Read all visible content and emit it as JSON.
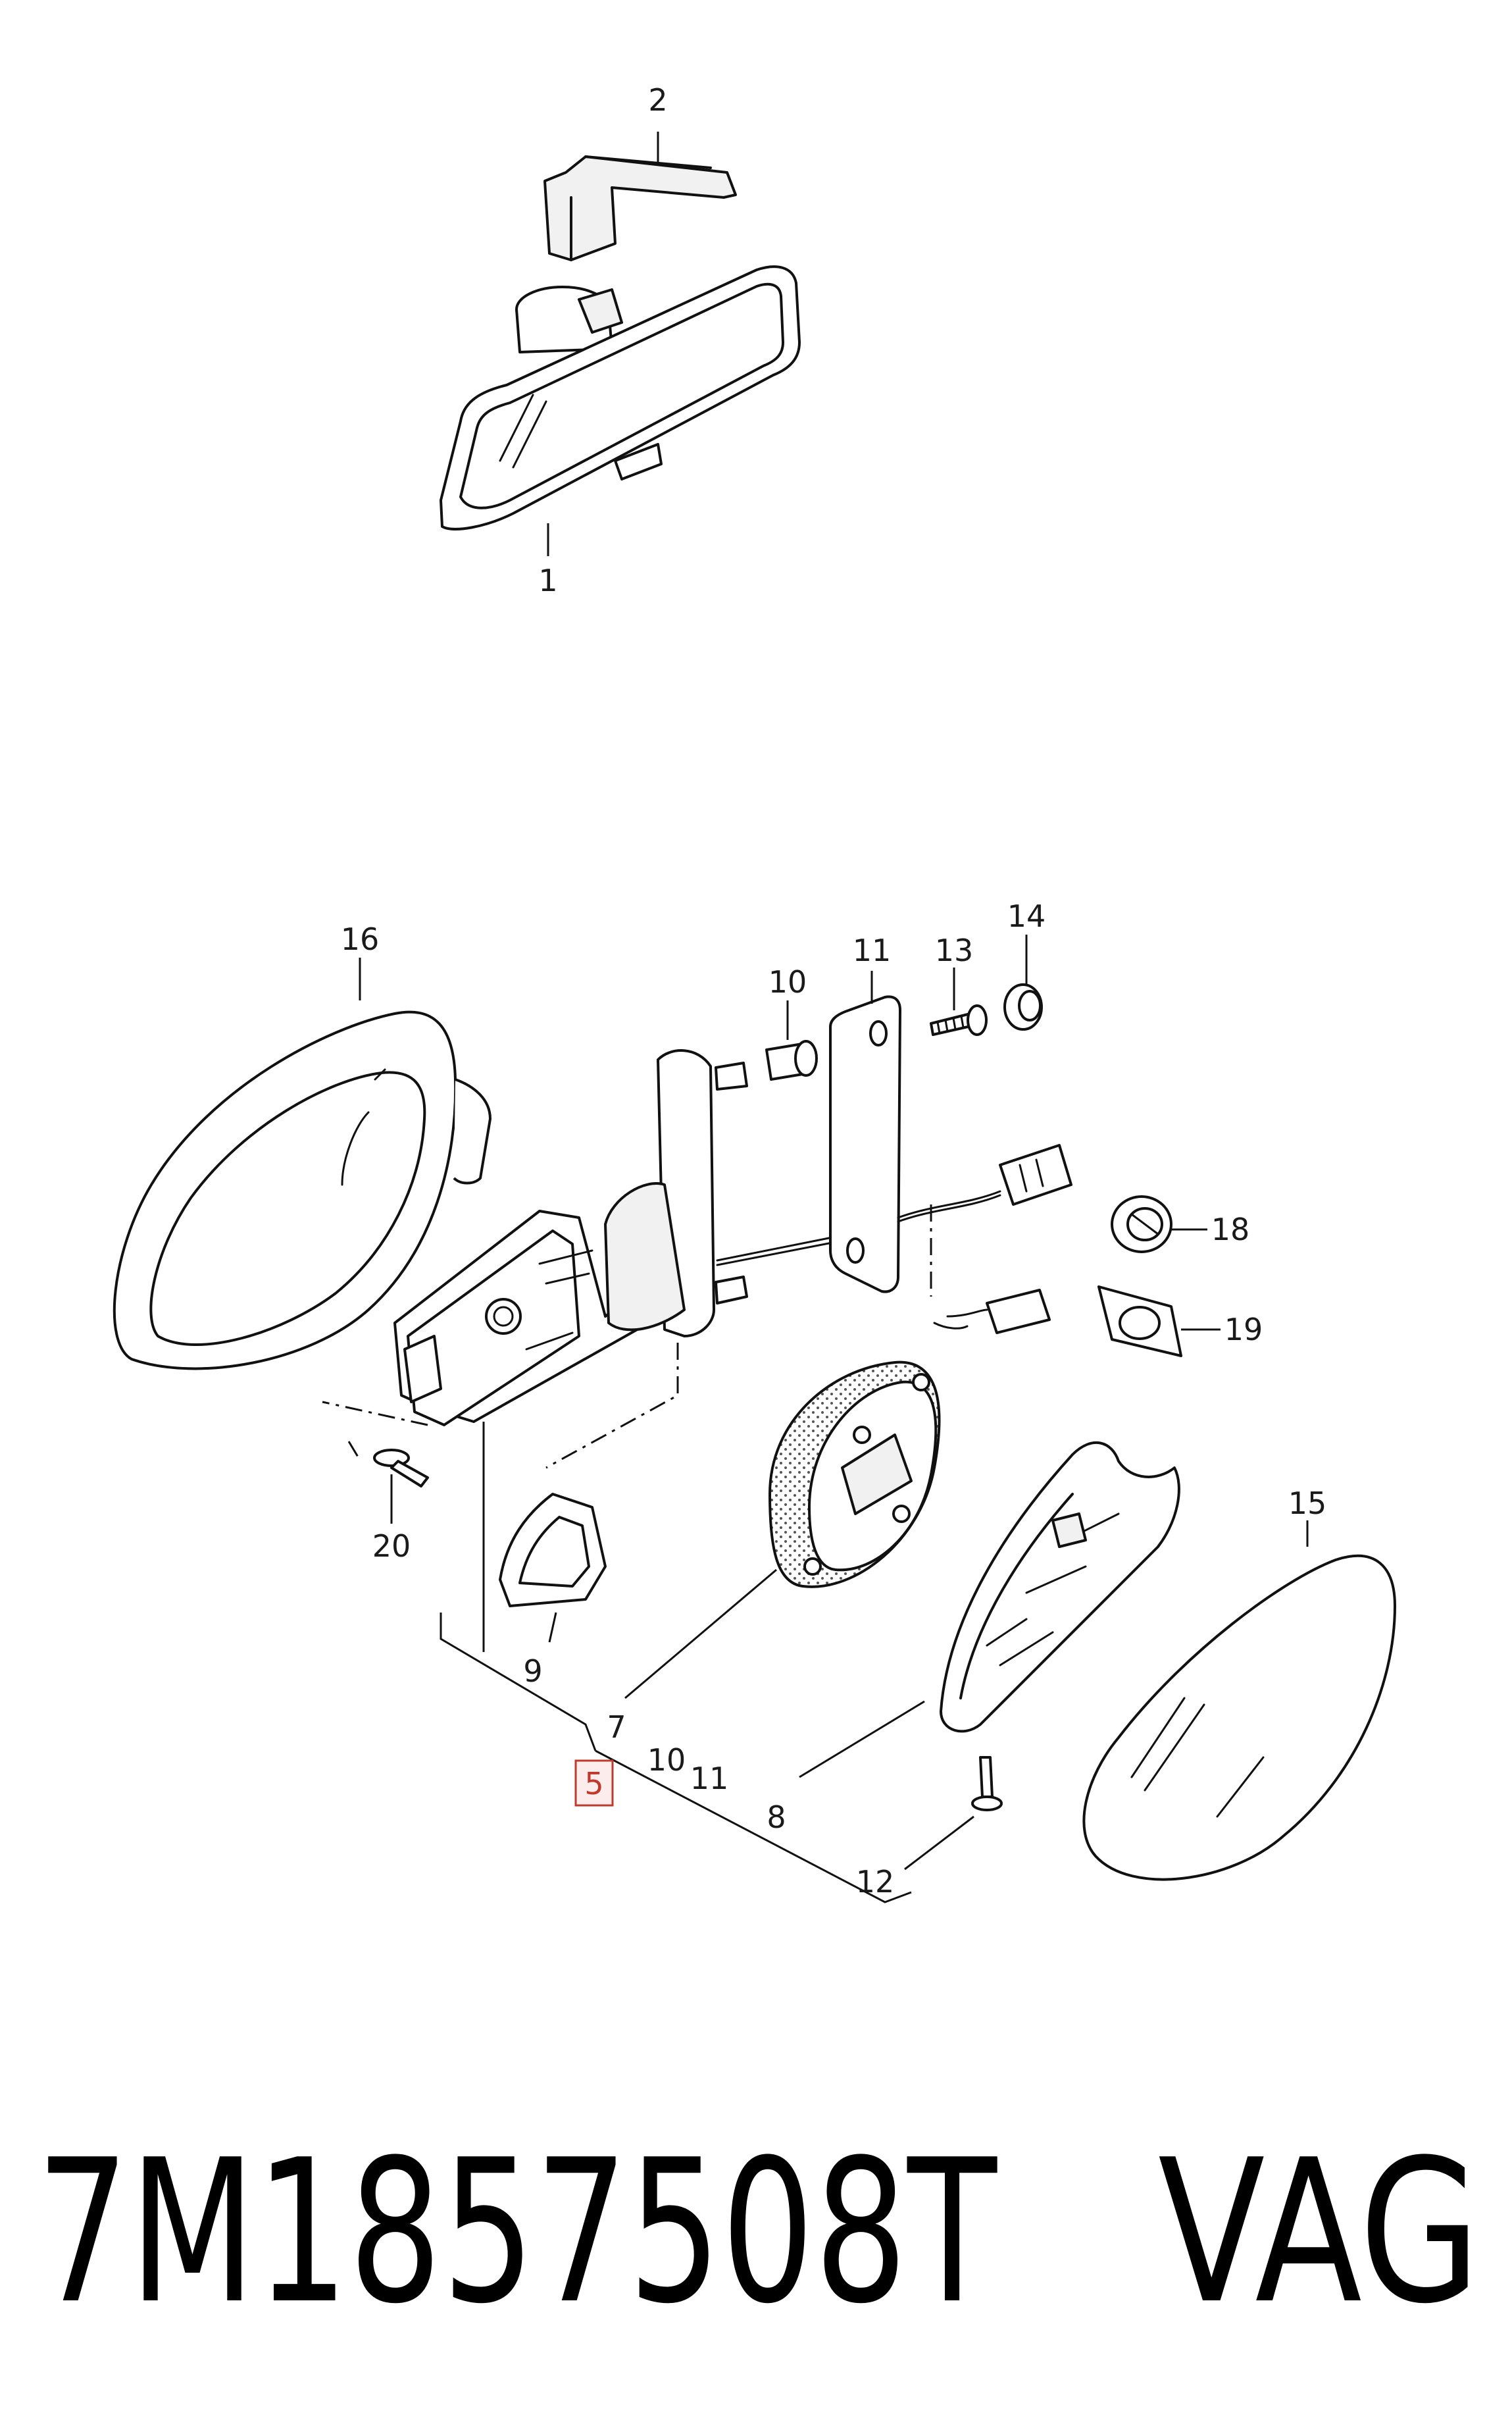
{
  "diagram": {
    "callouts": {
      "c1": "1",
      "c2": "2",
      "c5": "5",
      "c7": "7",
      "c8": "8",
      "c9": "9",
      "c10a": "10",
      "c10b": "10",
      "c11a": "11",
      "c11b": "11",
      "c12": "12",
      "c13": "13",
      "c14": "14",
      "c15": "15",
      "c16": "16",
      "c18": "18",
      "c19": "19",
      "c20": "20"
    },
    "highlight_color": "#c0392b"
  },
  "footer": {
    "part_number": "7M1857508T",
    "brand": "VAG"
  }
}
